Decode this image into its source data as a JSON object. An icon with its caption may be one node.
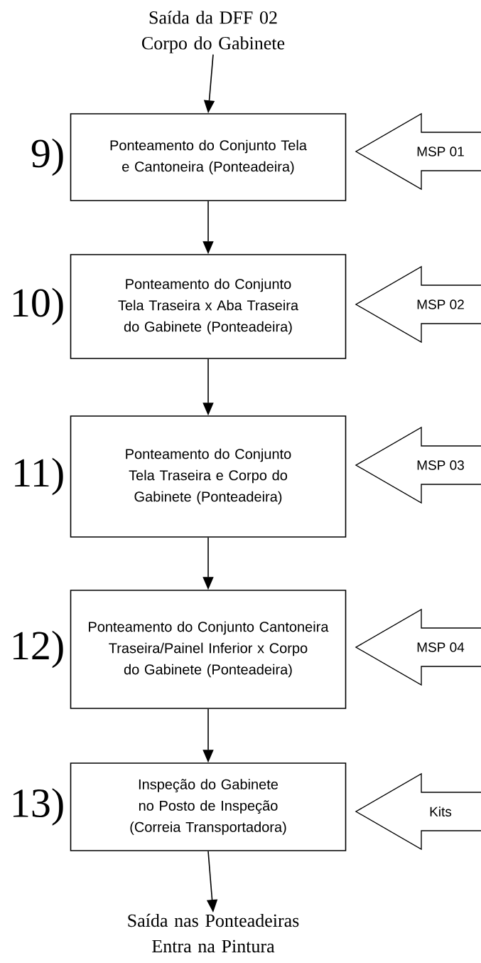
{
  "diagram": {
    "nodes": [
      {
        "text": [
          "Saída da DFF 02 Corpo do Gabinete"
        ]
      },
      {
        "text": [
          "Ponteamento do Conjunto Tela e Cantoneira (Ponteadeira)"
        ],
        "beside": [
          "9)"
        ]
      },
      {
        "text": [
          "Ponteamento do Conjunto Tela Traseira x Aba Traseira do Gabinete (Ponteadeira)"
        ],
        "beside": [
          "10)"
        ]
      },
      {
        "text": [
          "Ponteamento do Conjunto Tela Traseira e Corpo do Gabinete (Ponteadeira)"
        ],
        "beside": [
          "11)"
        ]
      },
      {
        "text": [
          "Ponteamento do Conjunto Cantoneira Traseira/Painel Inferior x Corpo do Gabinete (Ponteadeira)"
        ],
        "beside": [
          "12)"
        ]
      },
      {
        "text": [
          "Inspeção do Gabinete no Posto de Inspeção (Correia Transportadora)"
        ],
        "beside": [
          "13)"
        ]
      },
      {
        "text": [
          "Saída nas Ponteadeiras Entra na Pintura"
        ]
      },
      {
        "text": [
          "MSP 01"
        ]
      },
      {
        "text": [
          "MSP 02"
        ]
      },
      {
        "text": [
          "MSP 03"
        ]
      },
      {
        "text": [
          "MSP 04"
        ]
      },
      {
        "text": [
          "Kits"
        ]
      }
    ],
    "edges": [
      {
        "from": 0,
        "to": 1,
        "arrow": "to"
      },
      {
        "from": 1,
        "to": 2,
        "arrow": "to"
      },
      {
        "from": 2,
        "to": 3,
        "arrow": "to"
      },
      {
        "from": 3,
        "to": 4,
        "arrow": "to"
      },
      {
        "from": 4,
        "to": 5,
        "arrow": "to"
      },
      {
        "from": 5,
        "to": 6,
        "arrow": "to"
      }
    ]
  }
}
